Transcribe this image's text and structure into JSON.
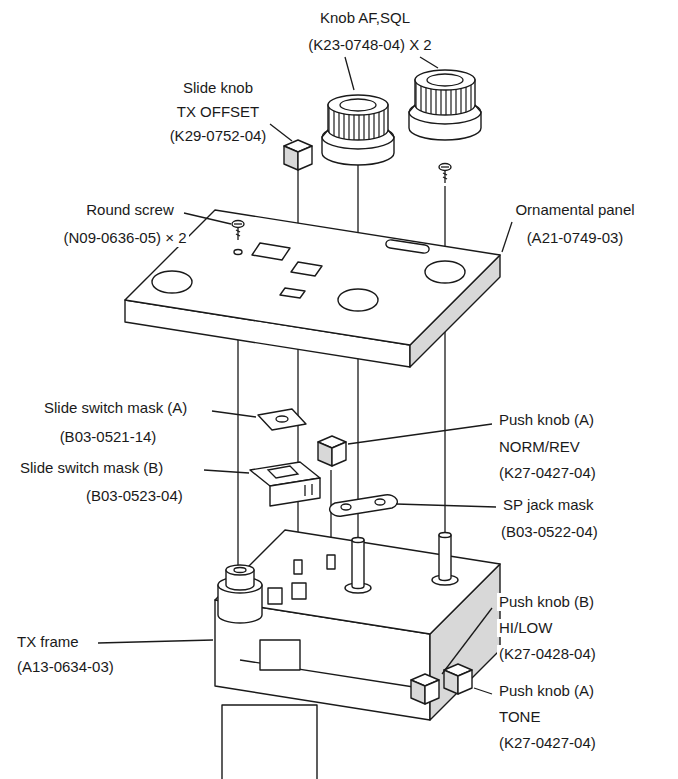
{
  "diagram": {
    "labels": [
      "Knob AF,SQL",
      "(K23-0748-04) X 2",
      "Slide knob",
      "TX OFFSET",
      "(K29-0752-04)",
      "Round screw",
      "(N09-0636-05) × 2",
      "Ornamental panel",
      "(A21-0749-03)",
      "Slide switch mask (A)",
      "(B03-0521-14)",
      "Push knob (A)",
      "NORM/REV",
      "(K27-0427-04)",
      "Slide switch mask (B)",
      "(B03-0523-04)",
      "SP jack mask",
      "(B03-0522-04)",
      "Push knob (B)",
      "HI/LOW",
      "(K27-0428-04)",
      "TX frame",
      "(A13-0634-03)",
      "Push knob (A)",
      "TONE",
      "(K27-0427-04)"
    ]
  }
}
